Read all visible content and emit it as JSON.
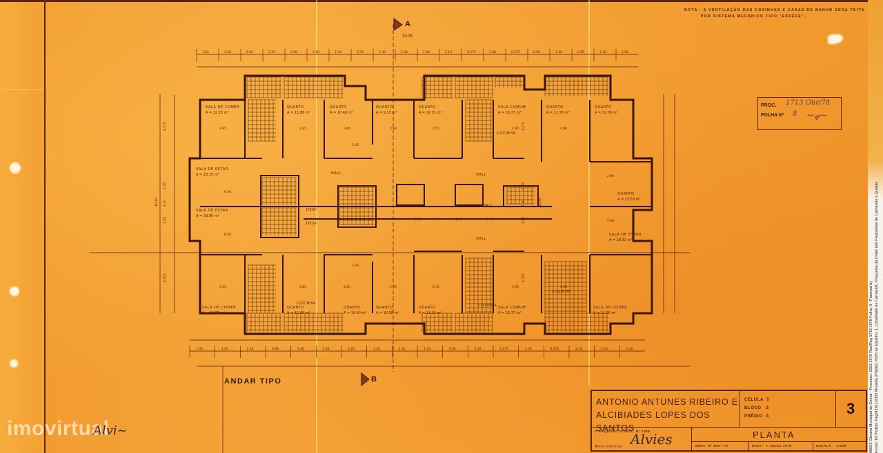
{
  "note": {
    "line1": "NOTA - A VENTILAÇÃO DAS COZINHAS E CASAS DE BANHO SERÁ FEITA",
    "line2": "POR SISTEMA MECÂNICO TIPO \"ESSEFE\"."
  },
  "section_markers": {
    "top": "A",
    "bottom": "B",
    "overall_width_dim": "23.05"
  },
  "plan_title": "ANDAR TIPO",
  "process_stamp": {
    "proc_label": "PROC.",
    "proc_value": "1713 Obr/78",
    "folha_label": "FOLHA Nº",
    "folha_value": "8"
  },
  "rooms": [
    {
      "name": "SALA DE COMER",
      "area": "A = 12.15 m²"
    },
    {
      "name": "QUARTO",
      "area": "A = 11.86 m²"
    },
    {
      "name": "QUARTO",
      "area": "A = 10.40 m²"
    },
    {
      "name": "QUARTO",
      "area": "A = 9.13 m²"
    },
    {
      "name": "QUARTO",
      "area": "A = 11.31 m²"
    },
    {
      "name": "COZINHA",
      "area": ""
    },
    {
      "name": "SALA COMUM",
      "area": "A = 16.37 m²"
    },
    {
      "name": "QUARTO",
      "area": "A = 11.76 m²"
    },
    {
      "name": "QUARTO",
      "area": "A = 12.00 m²"
    },
    {
      "name": "SALA DE ESTAR",
      "area": "A = 23.15 m²"
    },
    {
      "name": "SALA DE ESTAR",
      "area": "A = 18.90 m²"
    },
    {
      "name": "HALL",
      "area": ""
    },
    {
      "name": "HALL",
      "area": ""
    },
    {
      "name": "HALL",
      "area": ""
    },
    {
      "name": "HALL",
      "area": ""
    },
    {
      "name": "DESP",
      "area": ""
    },
    {
      "name": "DESP",
      "area": ""
    },
    {
      "name": "QUARTO",
      "area": "A = 13.53 m²"
    },
    {
      "name": "SALA DE ESTAR",
      "area": "A = 18.92 m²"
    },
    {
      "name": "SALA DE COMER",
      "area": "A = 12.77 m²"
    },
    {
      "name": "COZINHA",
      "area": ""
    },
    {
      "name": "QUARTO",
      "area": "A = 11.86 m²"
    },
    {
      "name": "QUARTO",
      "area": "A = 10.40 m²"
    },
    {
      "name": "QUARTO",
      "area": "A = 10.58 m²"
    },
    {
      "name": "QUARTO",
      "area": "A = 11.31 m²"
    },
    {
      "name": "COZINHA",
      "area": ""
    },
    {
      "name": "SALA COMUM",
      "area": "A = 16.37 m²"
    },
    {
      "name": "COZINHA",
      "area": ""
    },
    {
      "name": "SALA DE COMER",
      "area": "A = 11.00 m²"
    }
  ],
  "dims": {
    "top": [
      "1.65",
      "1.40",
      "0.65",
      "2.10",
      "0.90",
      "1.60",
      "1.40",
      "1.05",
      "1.40",
      "1.40",
      "1.40",
      "2.10",
      "0.275",
      "1.40",
      "0.275",
      "0.95",
      "1.40",
      "0.85",
      "1.40",
      "1.60"
    ],
    "bottom": [
      "1.50",
      "1.40",
      "2.10",
      "0.90",
      "1.40",
      "1.60",
      "2.05",
      "1.40",
      "1.55",
      "1.20",
      "0.65",
      "2.10",
      "0.275",
      "1.40",
      "0.275",
      "2.10",
      "1.40",
      "1.40"
    ],
    "row1": [
      "2.95",
      "2.85",
      "2.85",
      "2.90",
      "2.55",
      "2.90",
      "2.90"
    ],
    "mid": [
      "6.50",
      "6.50",
      "1.95",
      "1.95",
      "1.70",
      "1.90",
      "1.75",
      "1.90",
      "2.90",
      "2.90"
    ],
    "vertical": [
      "4.375",
      "1.55",
      "1.40",
      "1.55",
      "4.375",
      "16.40"
    ]
  },
  "title_block": {
    "authors_line1": "ANTONIO ANTUNES RIBEIRO E",
    "authors_line2": "ALCIBIADES LOPES DOS SANTOS",
    "celula_label": "CÉLULA",
    "celula_value": "5",
    "bloco_label": "BLOCO",
    "bloco_value": "2",
    "predio_label": "PRÉDIO",
    "predio_value": "A",
    "sheet_number": "3",
    "architect_label": "O ARQUITECTO INSC. Nº 1328",
    "architect_name": "Alves Ferreira",
    "drawing_title": "PLANTA",
    "obra_label": "OBRA",
    "obra_value": "Nº 569 / 78",
    "data_label": "DATA",
    "data_value": "7. Março 1979",
    "escala_label": "ESCALA",
    "escala_value": "1/100"
  },
  "watermark": "imovirtual",
  "archive_caption": {
    "line1": "60003  Câmara Municipal de Oeiras  -  Processo: 1551-1975  Req/Reg 1713-1978  Folha: 8  -  Powered by",
    "line2": "Fundo: 83  Pedido: Reg/A1811/2020  Moradia (Prédio): Porto de Espinho, 1, Localidade de Carnaxide, Freguesia da União das Freguesias de Carnaxide e Queijas"
  },
  "colors": {
    "paper": "#f29a2e",
    "ink": "#4a1c0c",
    "wall": "#3a160a"
  }
}
